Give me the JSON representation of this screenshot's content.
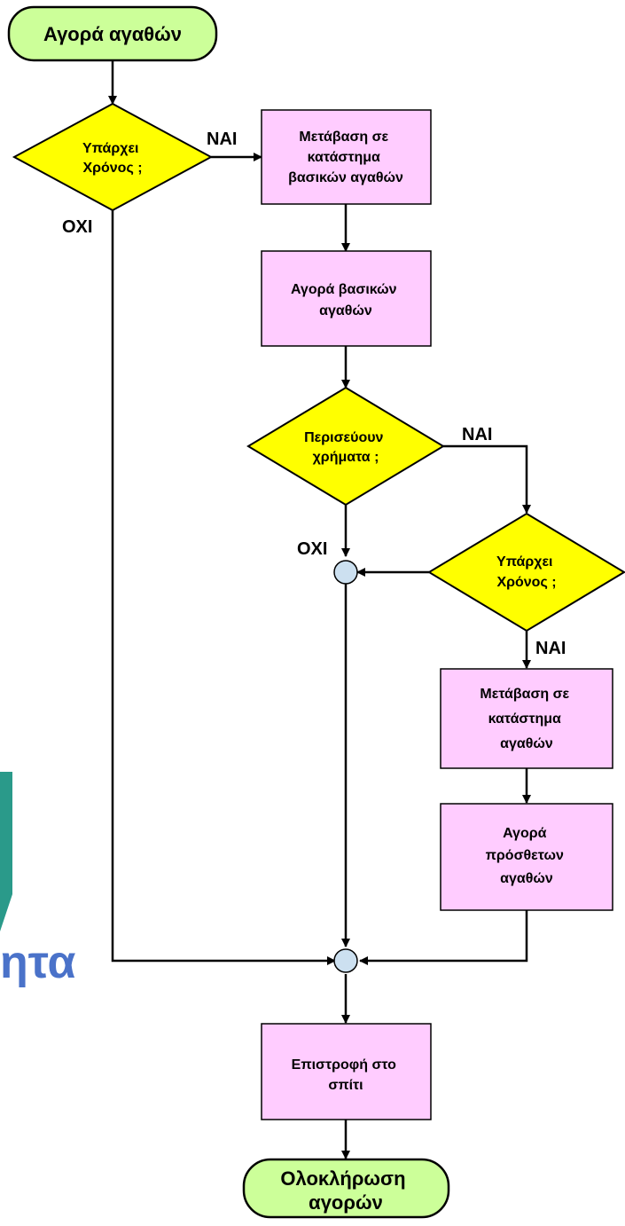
{
  "diagram": {
    "colors": {
      "terminal_fill": "#ccff99",
      "decision_fill": "#ffff00",
      "process_fill": "#ffccff",
      "connector_fill": "#cce0f0",
      "background_shape": "#2a9a8a",
      "background_text": "#4a72c9"
    },
    "start": "Αγορά αγαθών",
    "decision1": [
      "Υπάρχει",
      "Χρόνος ;"
    ],
    "process1": [
      "Μετάβαση σε",
      "κατάστημα",
      "βασικών αγαθών"
    ],
    "process2": [
      "Αγορά βασικών",
      "αγαθών"
    ],
    "decision2": [
      "Περισεύουν",
      "χρήματα ;"
    ],
    "decision3": [
      "Υπάρχει",
      "Χρόνος ;"
    ],
    "process3": [
      "Μετάβαση σε",
      "κατάστημα",
      "αγαθών"
    ],
    "process4": [
      "Αγορά",
      "πρόσθετων",
      "αγαθών"
    ],
    "process5": [
      "Επιστροφή στο",
      "σπίτι"
    ],
    "end": [
      "Ολοκλήρωση",
      "αγορών"
    ],
    "labels": {
      "yes1": "ΝΑΙ",
      "no1": "ΟΧΙ",
      "yes2": "ΝΑΙ",
      "no2": "ΟΧΙ",
      "yes3": "ΝΑΙ"
    },
    "background_text": "ητα"
  }
}
